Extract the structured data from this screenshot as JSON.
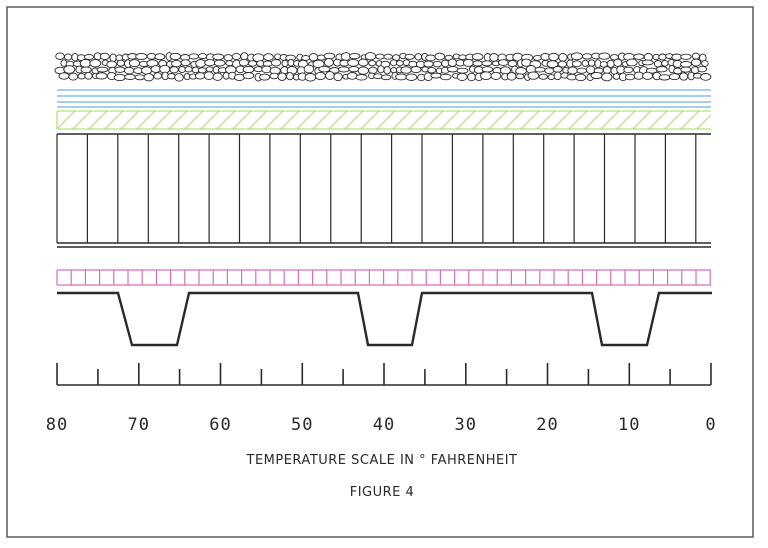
{
  "figure": {
    "axis_caption": "TEMPERATURE SCALE IN ° FAHRENHEIT",
    "figure_label": "FIGURE 4"
  },
  "scale": {
    "min": 0,
    "max": 80,
    "direction": "descending-left-to-right",
    "major_labels": [
      "80",
      "70",
      "60",
      "50",
      "40",
      "30",
      "20",
      "10",
      "0"
    ],
    "major_step": 10,
    "minor_step": 5
  },
  "layers": [
    {
      "name": "gravel-layer",
      "pattern": "gravel"
    },
    {
      "name": "membrane-layer",
      "pattern": "horizontal-lines",
      "color": "#6fb2df"
    },
    {
      "name": "hatched-layer",
      "pattern": "diagonal-hatch",
      "color": "#a6dc5a"
    },
    {
      "name": "insulation-board-layer",
      "pattern": "vertical-lines"
    },
    {
      "name": "vapor-retarder-layer",
      "pattern": "double-line"
    },
    {
      "name": "grid-layer",
      "pattern": "squares",
      "color": "#d66fb8"
    },
    {
      "name": "steel-deck-layer",
      "pattern": "fluted-profile"
    }
  ],
  "colors": {
    "ink": "#2a2a2a",
    "frame": "#5a5a5a",
    "membrane": "#6fb2df",
    "hatch": "#a6dc5a",
    "grid": "#d66fb8"
  }
}
